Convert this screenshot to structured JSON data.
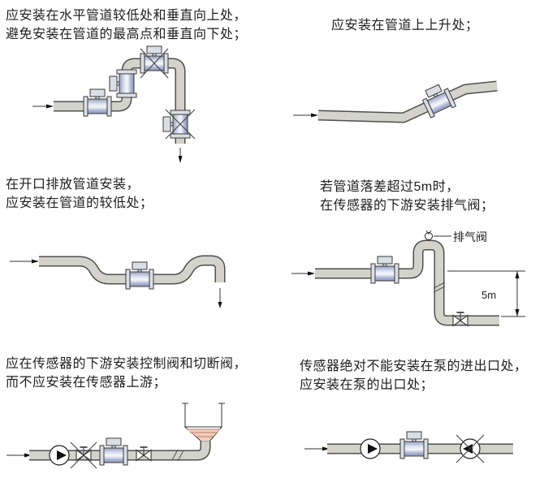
{
  "colors": {
    "text": "#1e1e1e",
    "pipe-outline": "#4f4f4f",
    "pipe-fill": "#d3d3cb",
    "metal-fill": "#dcdee6",
    "line": "#333333",
    "liquid": "#f4cbbb",
    "liquid-line": "#b9806f"
  },
  "panels": [
    {
      "caption_lines": [
        "应安装在水平管道较低处和垂直向上处，",
        "避免安装在管道的最高点和垂直向下处；"
      ]
    },
    {
      "caption_lines": [
        "应安装在管道上上升处；"
      ]
    },
    {
      "caption_lines": [
        "在开口排放管道安装，",
        "应安装在管道的较低处；"
      ]
    },
    {
      "caption_lines": [
        "若管道落差超过5m时，",
        "在传感器的下游安装排气阀；"
      ],
      "labels": {
        "exhaust_valve": "排气阀",
        "drop_height": "5m"
      }
    },
    {
      "caption_lines": [
        "应在传感器的下游安装控制阀和切断阀，",
        "而不应安装在传感器上游；"
      ]
    },
    {
      "caption_lines": [
        "传感器绝对不能安装在泵的进出口处，",
        "应安装在泵的出口处；"
      ]
    }
  ]
}
